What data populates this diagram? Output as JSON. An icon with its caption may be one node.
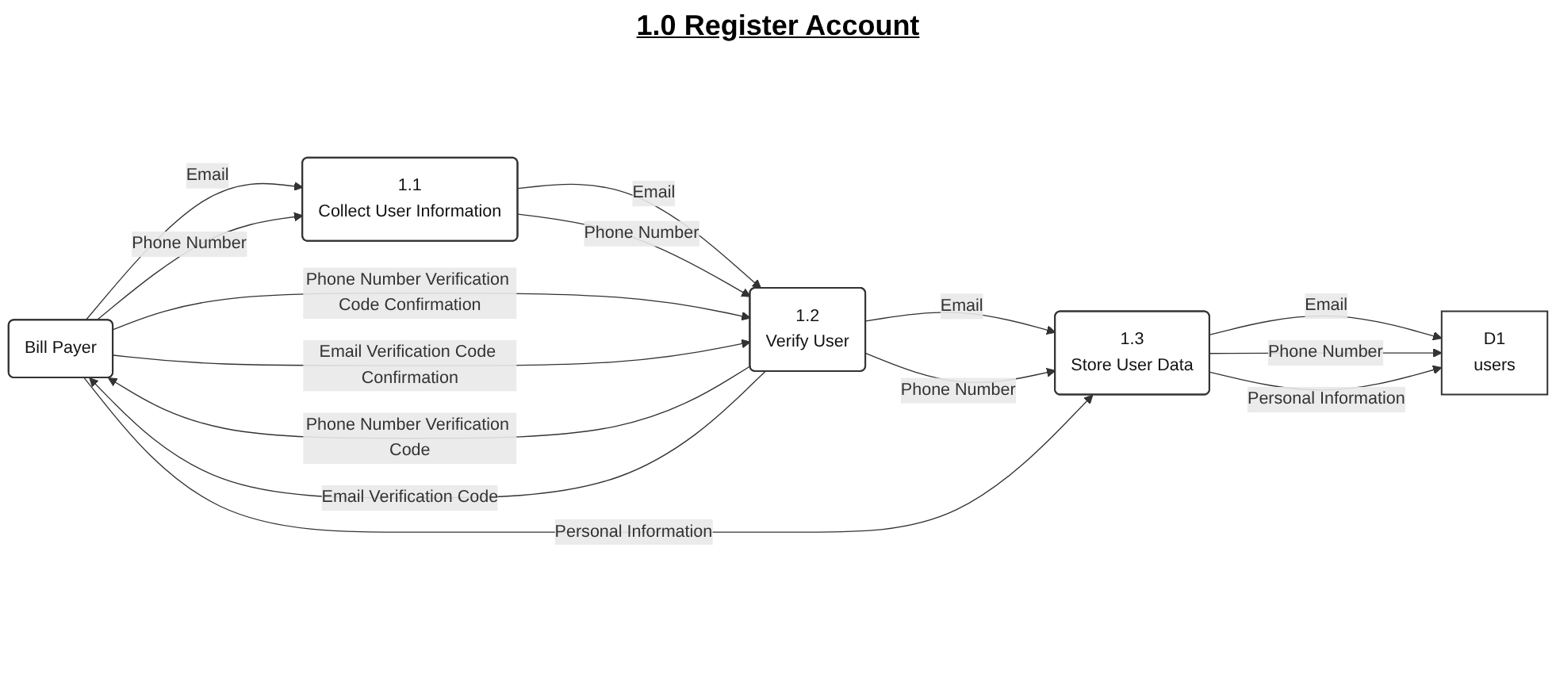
{
  "diagram": {
    "title": "1.0 Register Account",
    "nodes": [
      {
        "text": [
          "Bill Payer"
        ]
      },
      {
        "text": [
          "1.1",
          "Collect User Information"
        ]
      },
      {
        "text": [
          "1.2",
          "Verify User"
        ]
      },
      {
        "text": [
          "1.3",
          "Store User Data"
        ]
      },
      {
        "text": [
          "D1",
          "users"
        ]
      }
    ],
    "edges": [
      {
        "from": 0,
        "to": 1,
        "arrow": "to",
        "label": "Email"
      },
      {
        "from": 0,
        "to": 1,
        "arrow": "to",
        "label": "Phone Number"
      },
      {
        "from": 1,
        "to": 2,
        "arrow": "to",
        "label": "Email"
      },
      {
        "from": 1,
        "to": 2,
        "arrow": "to",
        "label": "Phone Number"
      },
      {
        "from": 2,
        "to": 0,
        "arrow": "to",
        "label": "Phone Number Verification Code"
      },
      {
        "from": 2,
        "to": 0,
        "arrow": "to",
        "label": "Email Verification Code"
      },
      {
        "from": 0,
        "to": 2,
        "arrow": "to",
        "label": "Phone Number Verification Code Confirmation"
      },
      {
        "from": 0,
        "to": 2,
        "arrow": "to",
        "label": "Email Verification Code Confirmation"
      },
      {
        "from": 2,
        "to": 3,
        "arrow": "to",
        "label": "Email"
      },
      {
        "from": 2,
        "to": 3,
        "arrow": "to",
        "label": "Phone Number"
      },
      {
        "from": 0,
        "to": 3,
        "arrow": "to",
        "label": "Personal Information"
      },
      {
        "from": 3,
        "to": 4,
        "arrow": "to",
        "label": "Email"
      },
      {
        "from": 3,
        "to": 4,
        "arrow": "to",
        "label": "Phone Number"
      },
      {
        "from": 3,
        "to": 4,
        "arrow": "to",
        "label": "Personal Information"
      }
    ]
  }
}
